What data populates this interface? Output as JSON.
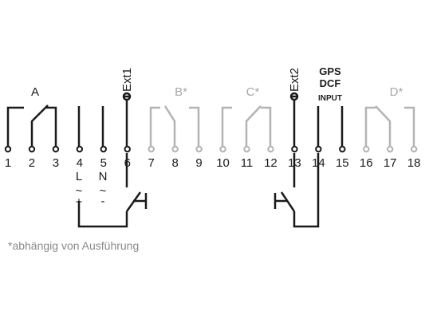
{
  "terminals": [
    {
      "number": "1",
      "active": true
    },
    {
      "number": "2",
      "active": true
    },
    {
      "number": "3",
      "active": true
    },
    {
      "number": "4",
      "active": true
    },
    {
      "number": "5",
      "active": true
    },
    {
      "number": "6",
      "active": true
    },
    {
      "number": "7",
      "active": false
    },
    {
      "number": "8",
      "active": false
    },
    {
      "number": "9",
      "active": false
    },
    {
      "number": "10",
      "active": false
    },
    {
      "number": "11",
      "active": false
    },
    {
      "number": "12",
      "active": false
    },
    {
      "number": "13",
      "active": true
    },
    {
      "number": "14",
      "active": true
    },
    {
      "number": "15",
      "active": true
    },
    {
      "number": "16",
      "active": false
    },
    {
      "number": "17",
      "active": false
    },
    {
      "number": "18",
      "active": false
    }
  ],
  "relays": {
    "a": "A",
    "b": "B*",
    "c": "C*",
    "d": "D*"
  },
  "ext_inputs": {
    "ext1": "Ext1",
    "ext2": "Ext2"
  },
  "gps_block": {
    "line1": "GPS",
    "line2": "DCF",
    "line3": "INPUT"
  },
  "power": {
    "l": "L",
    "n": "N",
    "tilde": "~",
    "plus": "+",
    "minus": "-"
  },
  "footnote": "*abhängig von Ausführung",
  "colors": {
    "active": "#1a1a1a",
    "inactive": "#b3b3b3",
    "footnote": "#8a8a8a"
  }
}
